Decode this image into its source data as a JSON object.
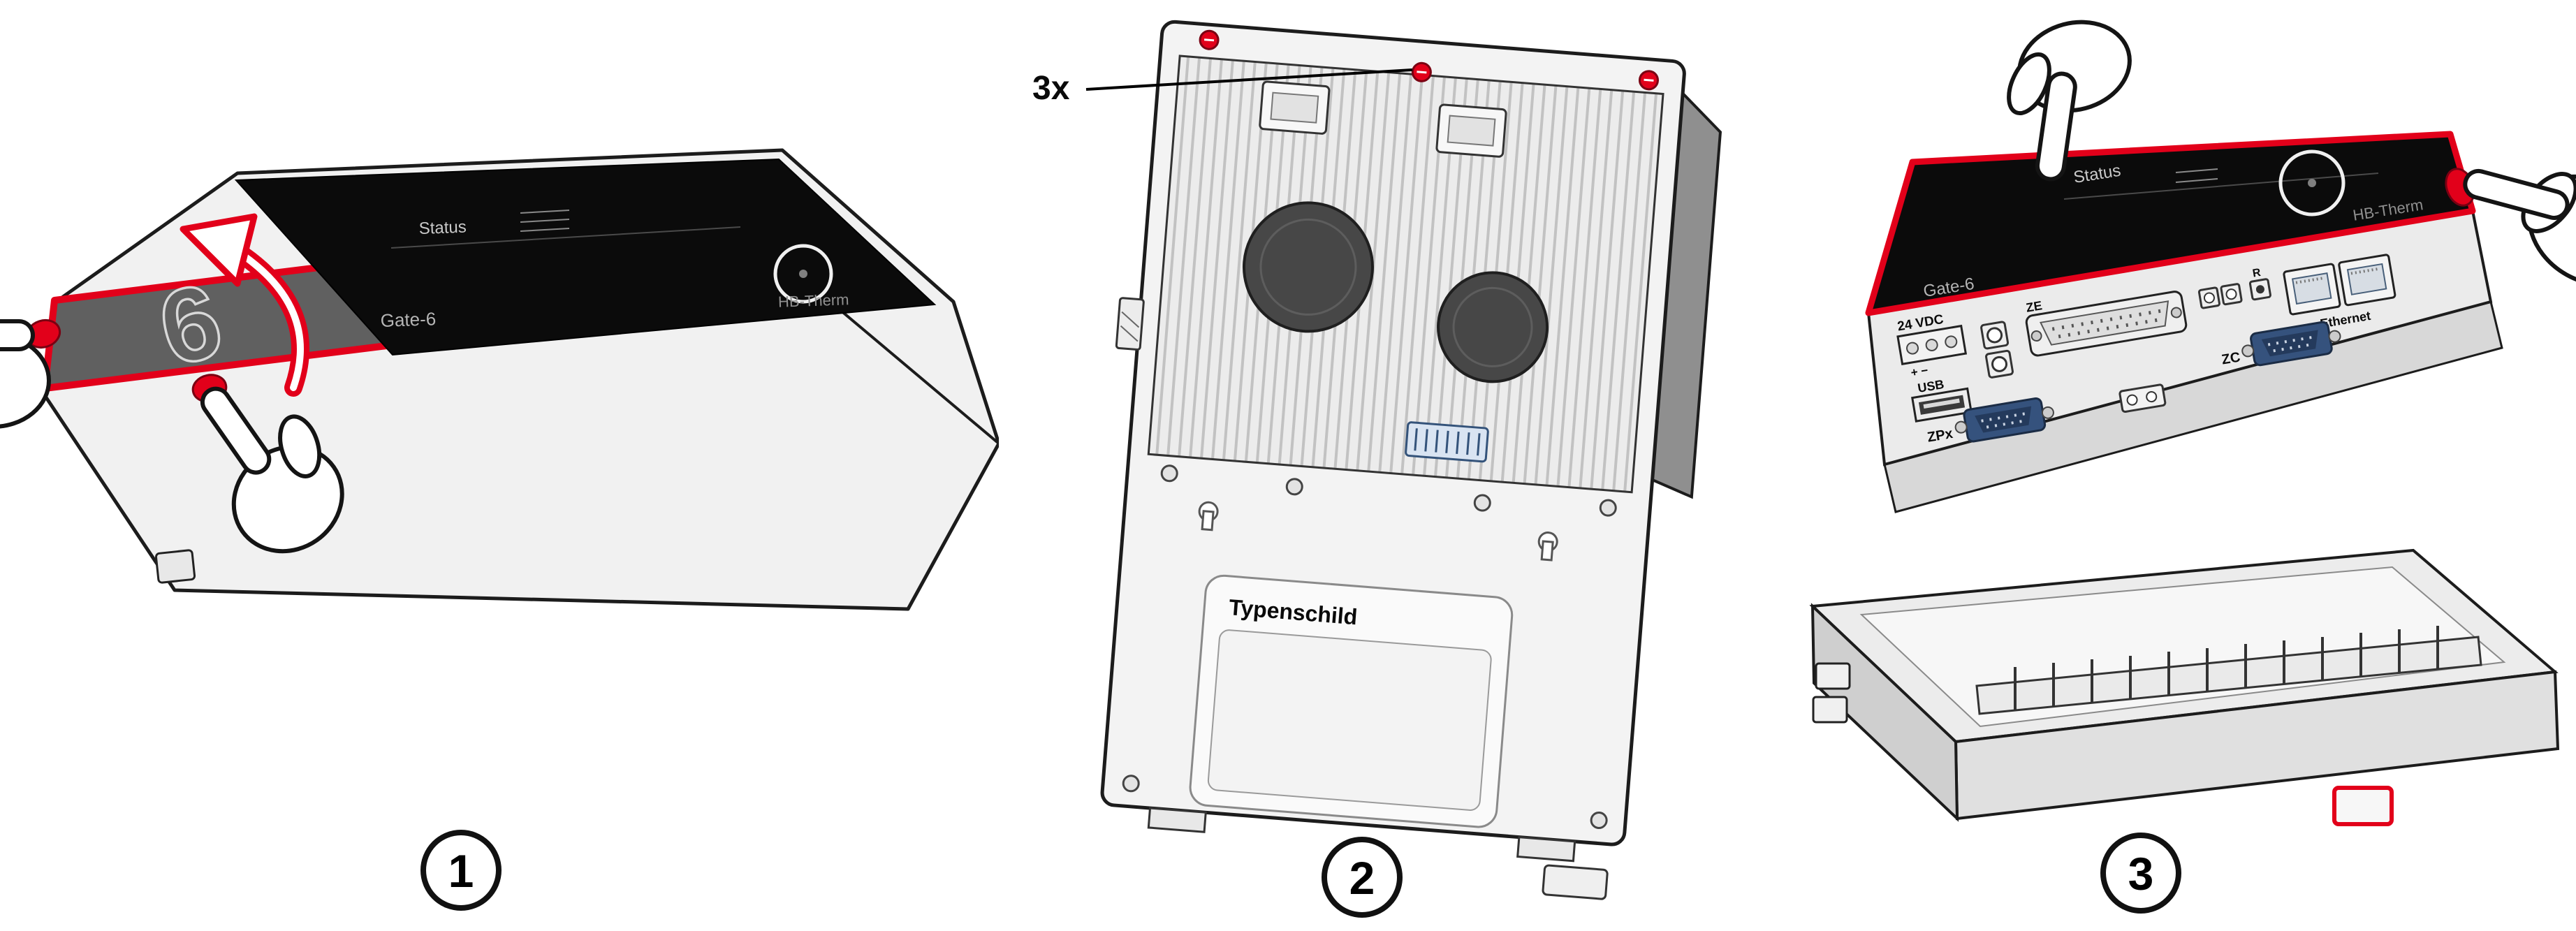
{
  "diagram": {
    "steps": [
      {
        "number": "1"
      },
      {
        "number": "2"
      },
      {
        "number": "3"
      }
    ],
    "step2": {
      "screw_count_label": "3x",
      "nameplate_label": "Typenschild"
    },
    "device": {
      "status_label": "Status",
      "model_label": "Gate-6",
      "brand_label": "HB-Therm",
      "lid_digit": "6"
    },
    "ports": {
      "power_label": "24 VDC",
      "power_polarity": "+ −",
      "usb_label": "USB",
      "ze_label": "ZE",
      "reset_label": "R",
      "ethernet_label": "Ethernet",
      "zpx_label": "ZPx",
      "zc_label": "ZC"
    },
    "colors": {
      "highlight_red": "#e2001a",
      "panel_black": "#0b0b0b",
      "line_dark": "#1c1c1c",
      "body_light": "#f1f1f1",
      "lid_gray": "#606060",
      "connector_blue": "#35527d"
    }
  }
}
